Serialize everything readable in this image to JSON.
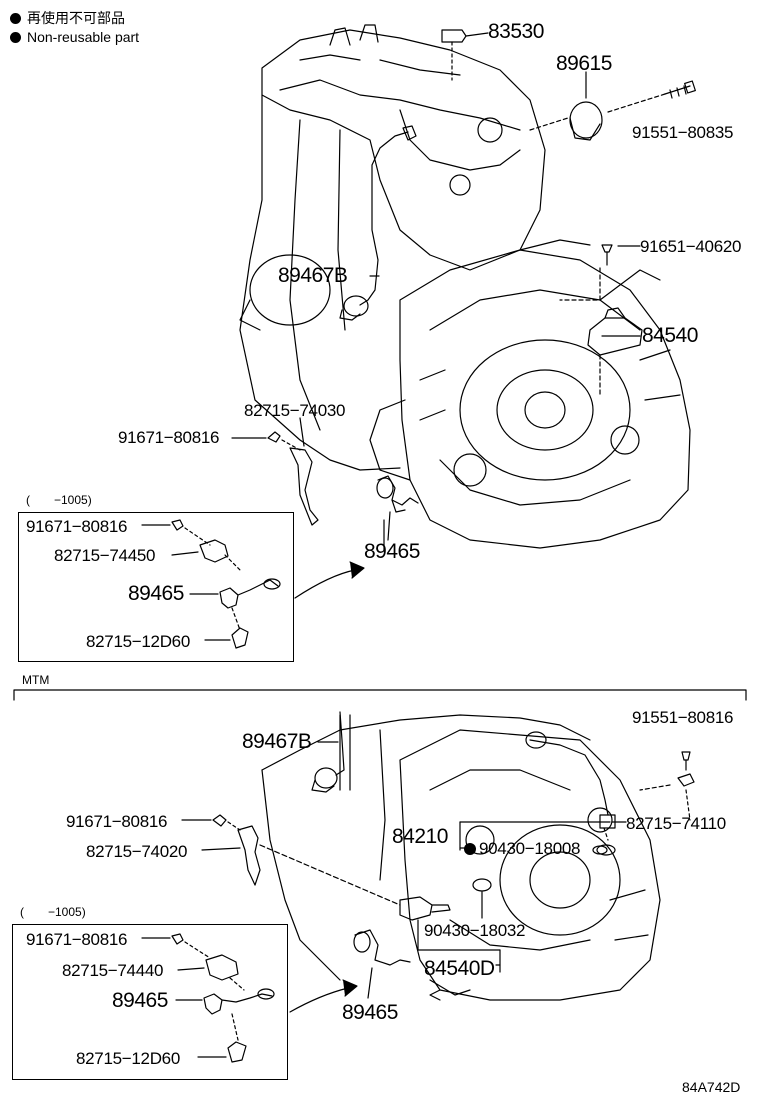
{
  "legend": [
    {
      "symbol": "●",
      "text": "再使用不可部品"
    },
    {
      "symbol": "●",
      "text": "Non-reusable part"
    }
  ],
  "top_section": {
    "labels": {
      "p83530": "83530",
      "p89615": "89615",
      "p91551_80835": "91551−80835",
      "p91651_40620": "91651−40620",
      "p84540": "84540",
      "p89467b": "89467B",
      "p82715_74030": "82715−74030",
      "p91671_80816": "91671−80816",
      "p89465": "89465"
    },
    "inset": {
      "range": "(　　−1005)",
      "labels": {
        "p91671_80816": "91671−80816",
        "p82715_74450": "82715−74450",
        "p89465": "89465",
        "p82715_12d60": "82715−12D60"
      }
    }
  },
  "mtm_section": {
    "title": "MTM",
    "labels": {
      "p89467b": "89467B",
      "p91551_80816": "91551−80816",
      "p91671_80816": "91671−80816",
      "p82715_74110": "82715−74110",
      "p84210": "84210",
      "p90430_18008": "90430−18008",
      "p82715_74020": "82715−74020",
      "p90430_18032": "90430−18032",
      "p84540d": "84540D",
      "p89465": "89465"
    },
    "inset": {
      "range": "(　　−1005)",
      "labels": {
        "p91671_80816": "91671−80816",
        "p82715_74440": "82715−74440",
        "p89465": "89465",
        "p82715_12d60": "82715−12D60"
      }
    }
  },
  "figure_code": "84A742D"
}
